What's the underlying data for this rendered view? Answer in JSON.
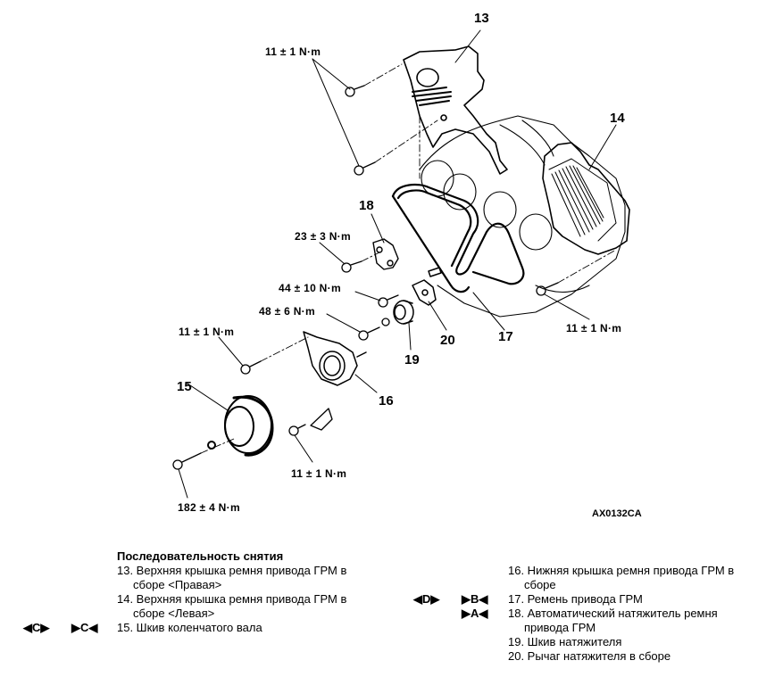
{
  "diagram": {
    "part_numbers": {
      "p13": "13",
      "p14": "14",
      "p15": "15",
      "p16": "16",
      "p17": "17",
      "p18": "18",
      "p19": "19",
      "p20": "20"
    },
    "torques": {
      "t_top": "11 ± 1 N·m",
      "t_right": "11 ± 1 N·m",
      "t_18": "23 ± 3 N·m",
      "t_44": "44 ± 10 N·m",
      "t_48": "48 ± 6 N·m",
      "t_16": "11 ± 1 N·m",
      "t_lower": "11 ± 1 N·m",
      "t_crank": "182 ± 4 N·m"
    },
    "figure_code": "AX0132CA"
  },
  "legend": {
    "title": "Последовательность снятия",
    "left_items": [
      {
        "line1": "13. Верхняя крышка ремня привода ГРМ в",
        "line2": "сборе <Правая>"
      },
      {
        "line1": "14. Верхняя крышка ремня привода ГРМ в",
        "line2": "сборе <Левая>"
      },
      {
        "line1": "15. Шкив коленчатого вала",
        "line2": ""
      }
    ],
    "right_items": [
      {
        "line1": "16. Нижняя крышка ремня привода ГРМ в",
        "line2": "сборе"
      },
      {
        "line1": "17. Ремень привода ГРМ",
        "line2": ""
      },
      {
        "line1": "18. Автоматический натяжитель ремня",
        "line2": "привода ГРМ"
      },
      {
        "line1": "19. Шкив натяжителя",
        "line2": ""
      },
      {
        "line1": "20. Рычаг натяжителя в сборе",
        "line2": ""
      }
    ],
    "marks": {
      "item15_install": "◀C▶",
      "item15_remove": "▶C◀",
      "item17_install": "◀D▶",
      "item17_remove": "▶B◀",
      "item18_remove": "▶A◀"
    }
  }
}
